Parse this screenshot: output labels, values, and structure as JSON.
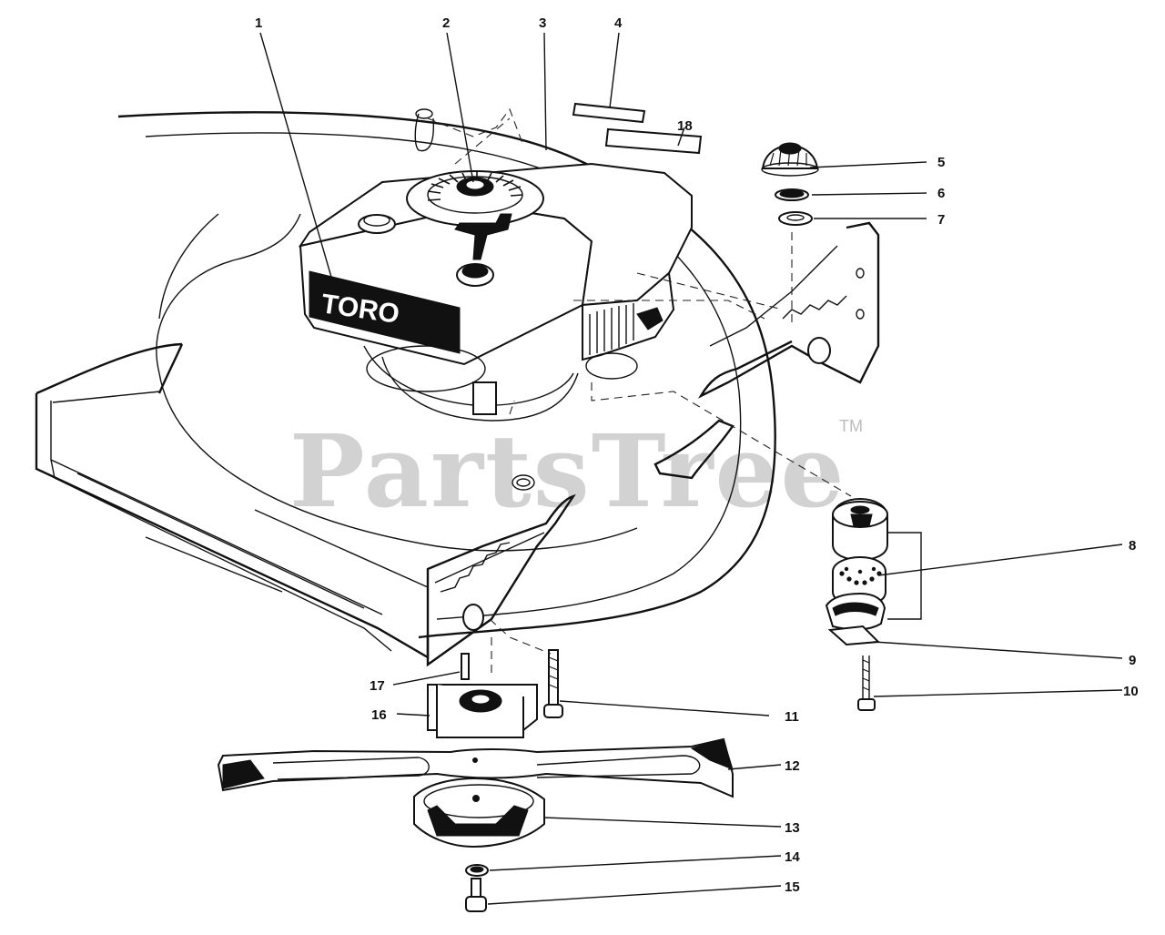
{
  "watermark": {
    "text": "PartsTree",
    "trademark": "TM"
  },
  "engine_logo": "TORO",
  "callouts": [
    {
      "num": "1"
    },
    {
      "num": "2"
    },
    {
      "num": "3"
    },
    {
      "num": "4"
    },
    {
      "num": "5"
    },
    {
      "num": "6"
    },
    {
      "num": "7"
    },
    {
      "num": "8"
    },
    {
      "num": "9"
    },
    {
      "num": "10"
    },
    {
      "num": "11"
    },
    {
      "num": "12"
    },
    {
      "num": "13"
    },
    {
      "num": "14"
    },
    {
      "num": "15"
    },
    {
      "num": "16"
    },
    {
      "num": "17"
    },
    {
      "num": "18"
    }
  ]
}
